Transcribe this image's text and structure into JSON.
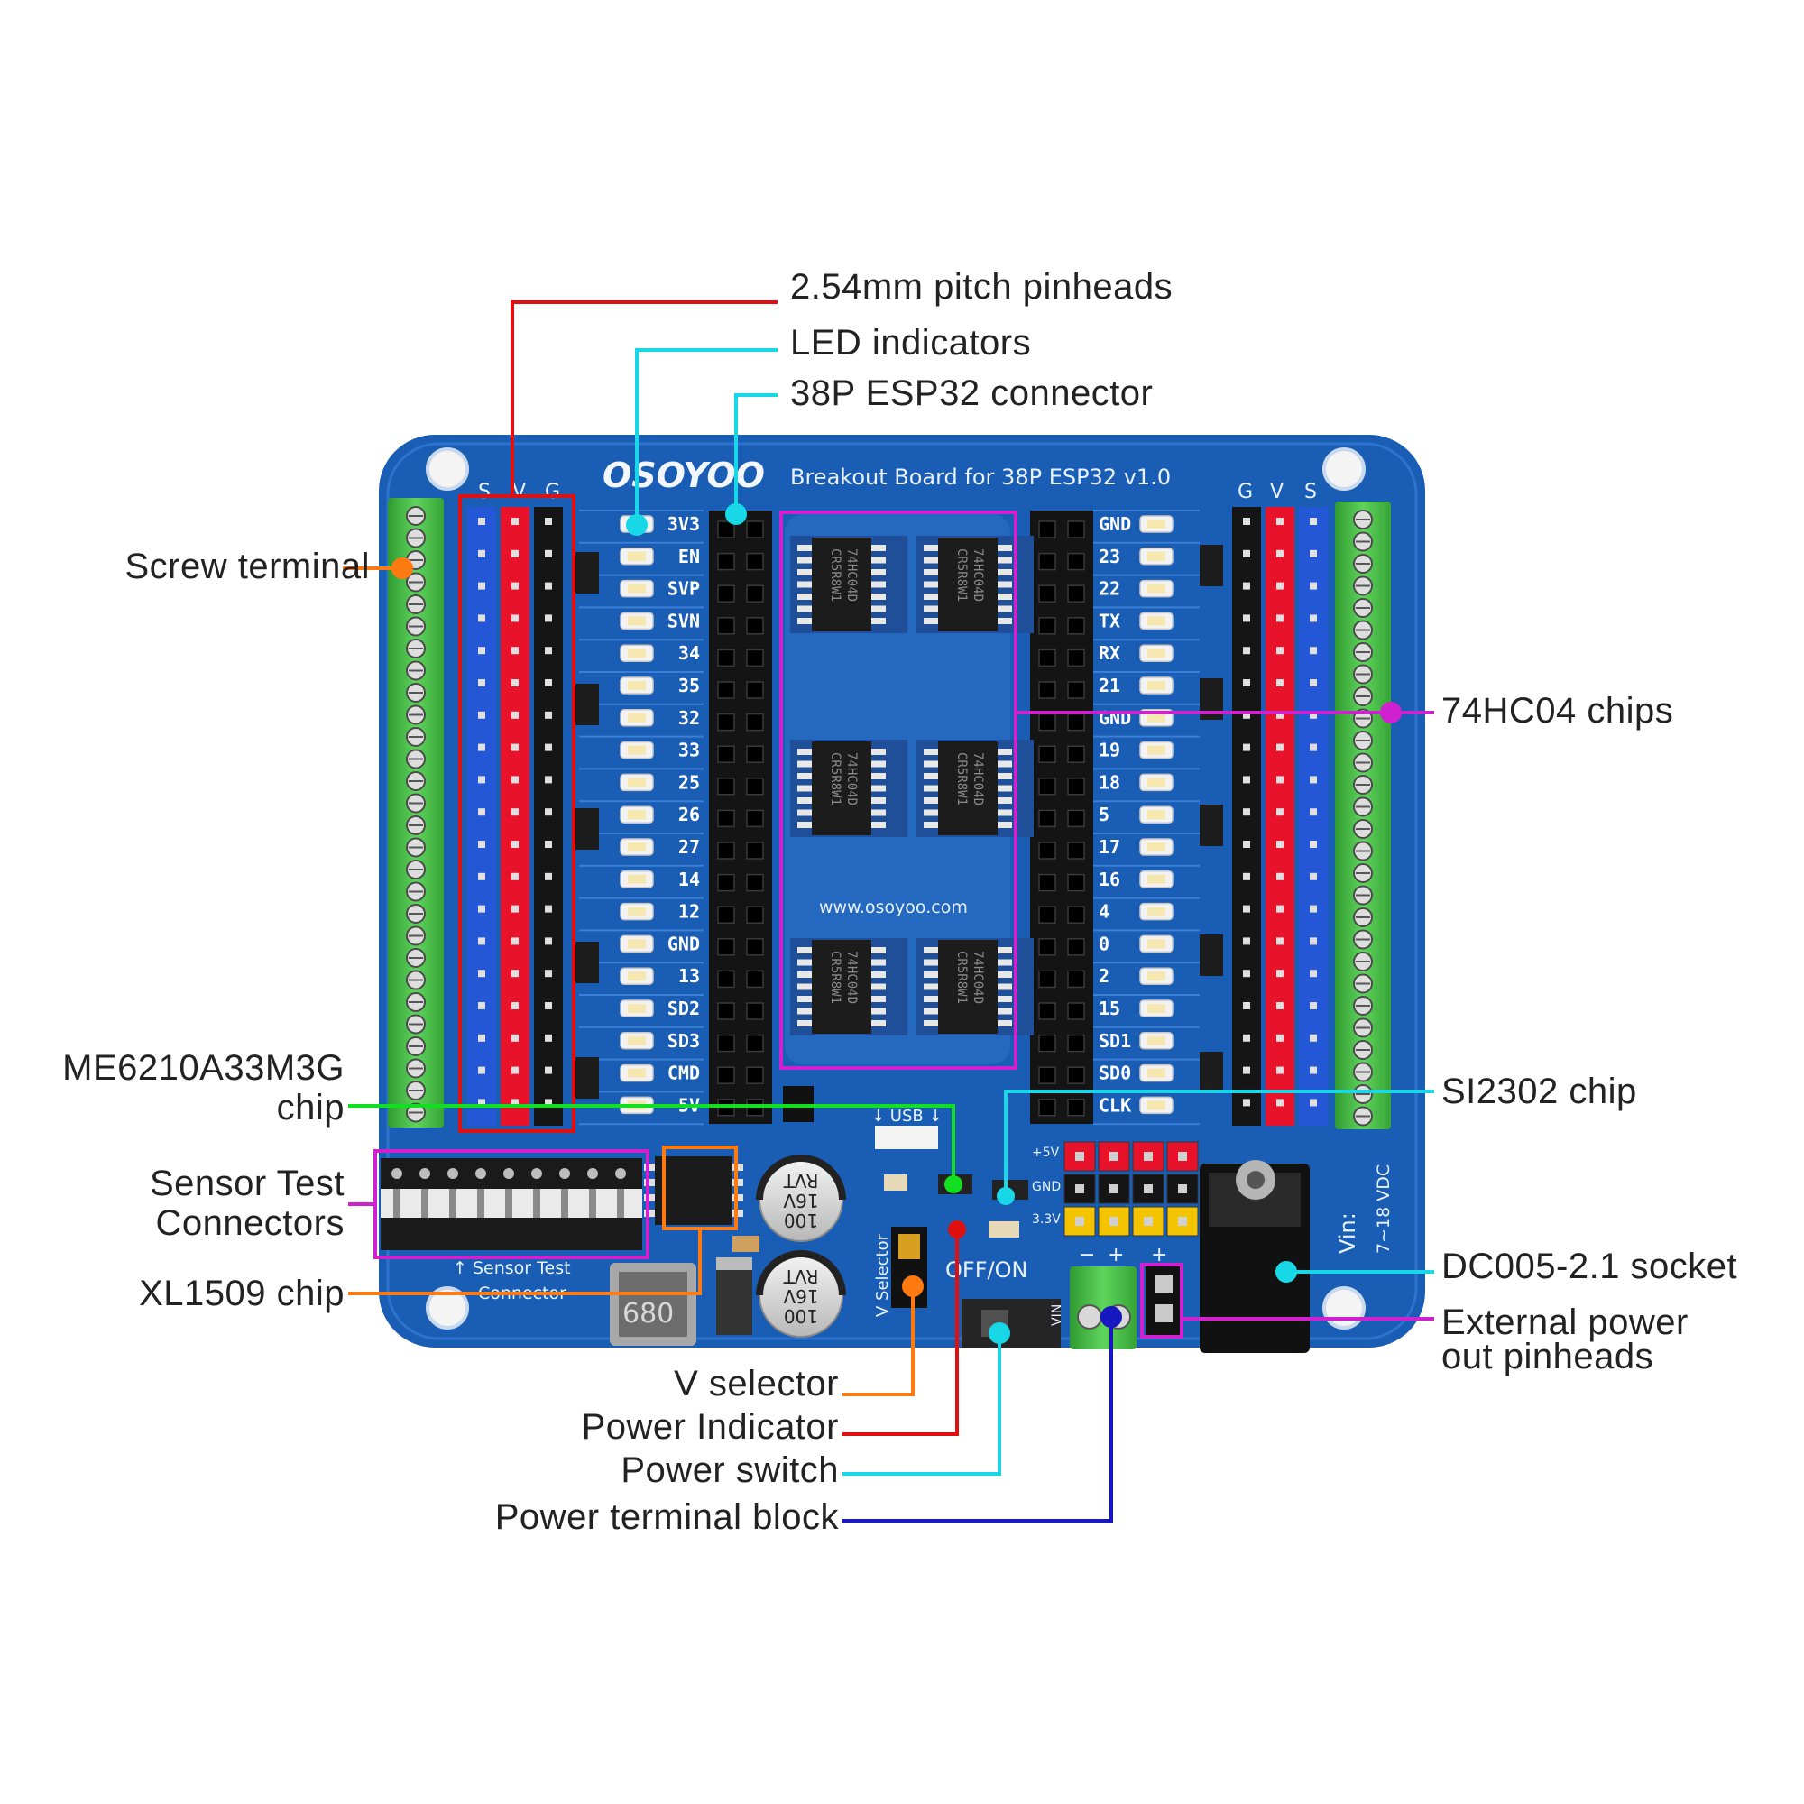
{
  "board": {
    "brand": "OSOYOO",
    "title": "Breakout Board for 38P ESP32 v1.0",
    "website": "www.osoyoo.com",
    "left_header_labels": [
      "S",
      "V",
      "G"
    ],
    "right_header_labels": [
      "G",
      "V",
      "S"
    ],
    "left_pins": [
      "3V3",
      "EN",
      "SVP",
      "SVN",
      "34",
      "35",
      "32",
      "33",
      "25",
      "26",
      "27",
      "14",
      "12",
      "GND",
      "13",
      "SD2",
      "SD3",
      "CMD",
      "5V"
    ],
    "right_pins": [
      "GND",
      "23",
      "22",
      "TX",
      "RX",
      "21",
      "GND",
      "19",
      "18",
      "5",
      "17",
      "16",
      "4",
      "0",
      "2",
      "15",
      "SD1",
      "SD0",
      "CLK"
    ],
    "chip_marking": [
      "74HC04D",
      "CR5R8W1"
    ],
    "usb_label": "↓ USB ↓",
    "power_rail_labels": [
      "+5V",
      "GND",
      "3.3V"
    ],
    "cap_marking": [
      "RVT",
      "16V",
      "100"
    ],
    "inductor_marking": "680",
    "selector_label": "V Selector",
    "switch_label": "OFF/ON",
    "vin_label": "VIN",
    "terminal_polarity": [
      "−",
      "+",
      "+"
    ],
    "sensor_connector_label": [
      "↑ Sensor Test",
      "Connector"
    ],
    "dc_label": [
      "Vin:",
      "7~18 VDC"
    ]
  },
  "callouts": {
    "pinheads": "2.54mm pitch pinheads",
    "led": "LED indicators",
    "esp32_connector": "38P ESP32 connector",
    "screw_terminal": "Screw terminal",
    "hc04": "74HC04 chips",
    "me6210_line1": "ME6210A33M3G",
    "me6210_line2": "chip",
    "si2302": "SI2302 chip",
    "sensor_line1": "Sensor Test",
    "sensor_line2": "Connectors",
    "dc005": "DC005-2.1 socket",
    "xl1509": "XL1509 chip",
    "ext_power_line1": "External power",
    "ext_power_line2": "out pinheads",
    "v_selector": "V selector",
    "power_indicator": "Power Indicator",
    "power_switch": "Power switch",
    "power_terminal": "Power terminal block"
  },
  "colors": {
    "pcb": "#1a5db5",
    "pcb_dark": "#0f4490",
    "terminal_green": "#4cc34a",
    "header_red": "#e8132a",
    "header_blue": "#2457d6",
    "header_black": "#151515",
    "header_yellow": "#f5c400",
    "line_red": "#e01010",
    "line_cyan": "#18d8e8",
    "line_magenta": "#d020d0",
    "line_orange": "#ff7a10",
    "line_green": "#10e020",
    "line_blue": "#1818c0"
  }
}
